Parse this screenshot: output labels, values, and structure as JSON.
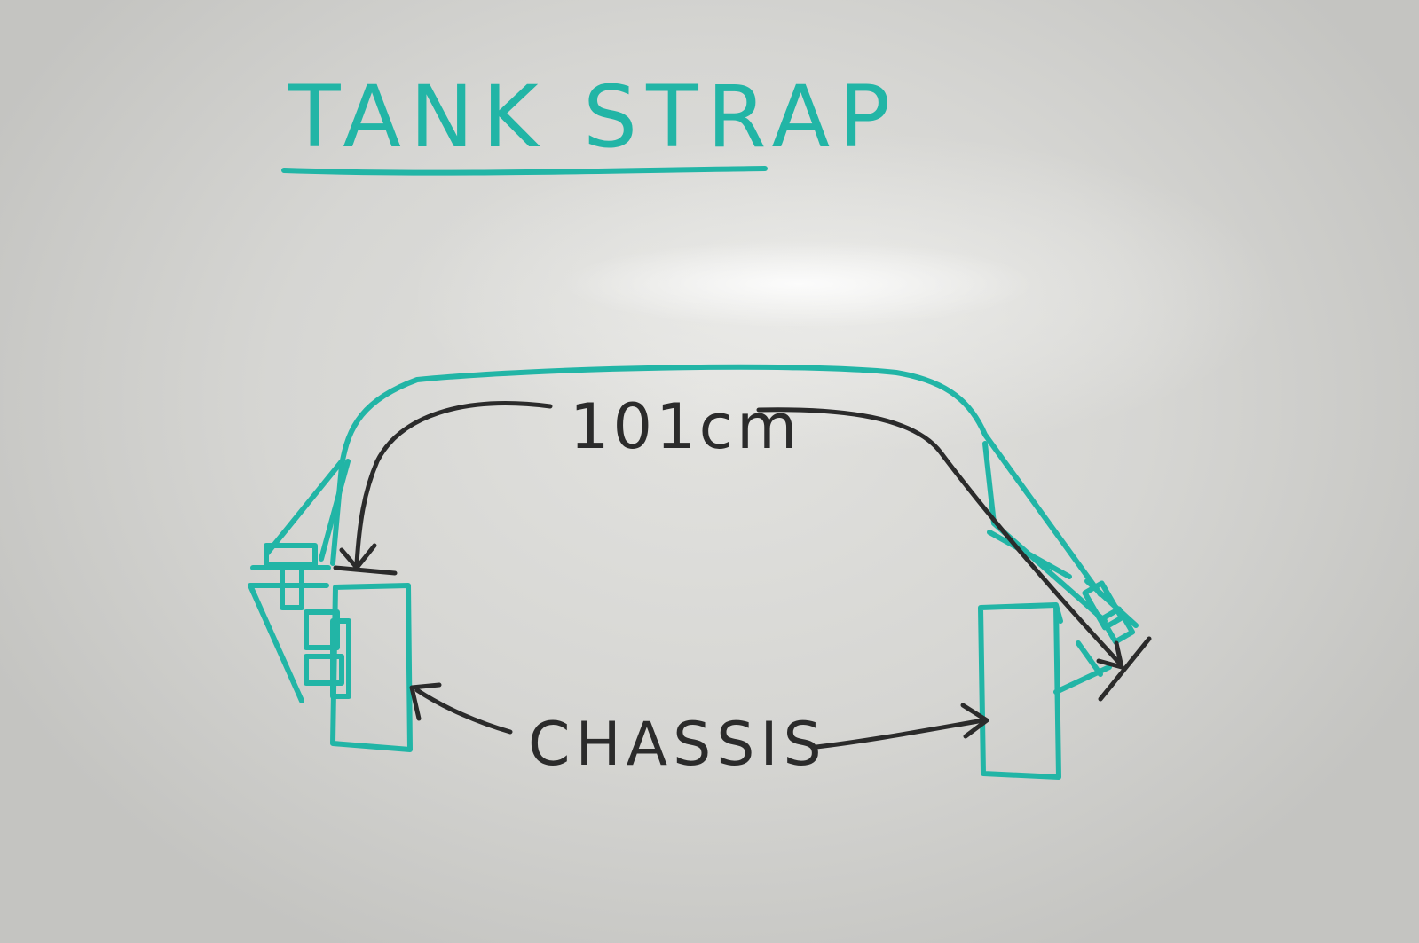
{
  "title": "TANK STRAP",
  "measurement": "101cm",
  "chassis_label": "CHASSIS",
  "colors": {
    "teal_marker": "#22b5a6",
    "black_marker": "#2b2b2b",
    "board": "#dcdcd9"
  }
}
